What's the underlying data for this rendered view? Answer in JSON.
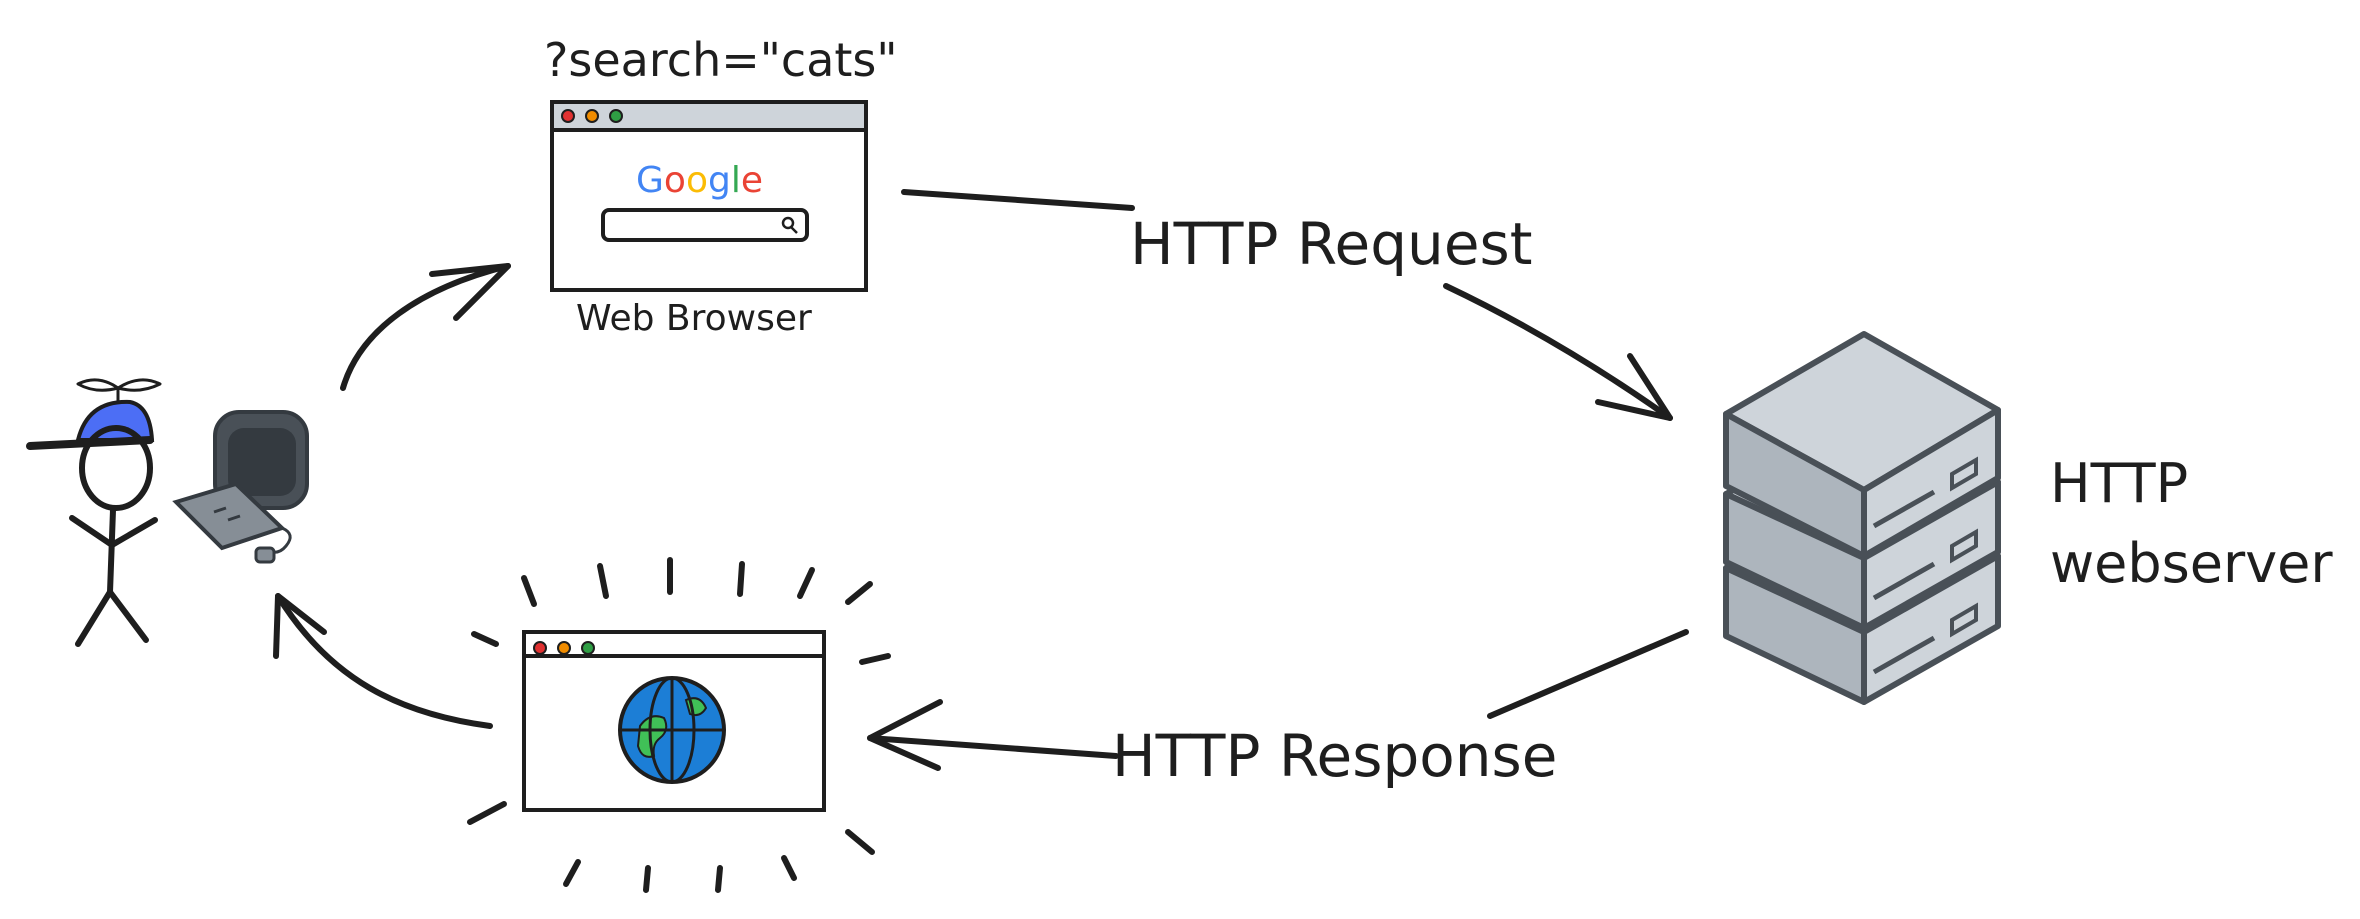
{
  "labels": {
    "search_query": "?search=\"cats\"",
    "web_browser": "Web Browser",
    "http_request": "HTTP Request",
    "http_response": "HTTP Response",
    "server_line1": "HTTP",
    "server_line2": "webserver"
  },
  "browser": {
    "logo_letters": [
      "G",
      "o",
      "o",
      "g",
      "l",
      "e"
    ],
    "logo_colors": [
      "#4285f4",
      "#ea4335",
      "#fbbc05",
      "#4285f4",
      "#34a853",
      "#ea4335"
    ]
  },
  "colors": {
    "ink": "#1e1e1e",
    "window_bar": "#ced4da",
    "dot_red": "#e03131",
    "dot_yellow": "#f08c00",
    "dot_green": "#2f9e44",
    "cap_blue": "#4c6ef5",
    "globe_blue": "#1c7ed6",
    "globe_green": "#40c057",
    "server_fill": "#ced4da",
    "server_stroke": "#495057"
  },
  "icons": {
    "person": "stick-figure-icon",
    "computer": "computer-icon",
    "browser": "browser-window-icon",
    "globe": "globe-icon",
    "server": "server-stack-icon"
  }
}
